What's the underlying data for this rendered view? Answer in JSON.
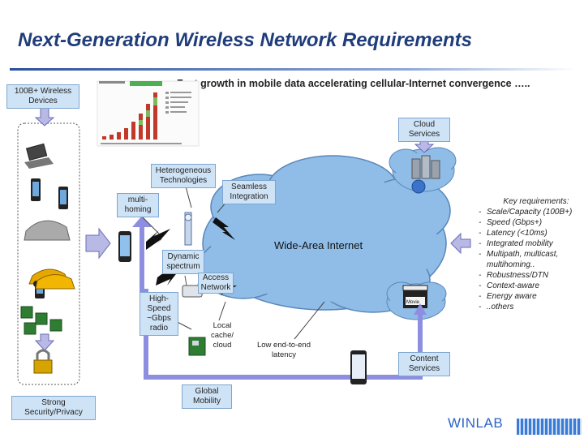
{
  "title": "Next-Generation Wireless Network Requirements",
  "subtitle": "Fast growth in mobile data accelerating cellular-Internet convergence …..",
  "labels": {
    "devices": "100B+ Wireless Devices",
    "cloud_services": "Cloud Services",
    "heterogeneous": "Heterogeneous Technologies",
    "seamless": "Seamless Integration",
    "multihoming": "multi-homing",
    "wide_area": "Wide-Area Internet",
    "dynamic_spectrum": "Dynamic spectrum",
    "access_network": "Access Network",
    "high_speed": "High-Speed ~Gbps radio",
    "local_cache": "Local cache/ cloud",
    "low_latency": "Low end-to-end latency",
    "content_services": "Content Services",
    "global_mobility": "Global Mobility",
    "security": "Strong Security/Privacy",
    "movie": "Movie"
  },
  "requirements": {
    "heading": "Key requirements:",
    "items": [
      "Scale/Capacity (100B+)",
      "Speed (Gbps+)",
      "Latency (<10ms)",
      "Integrated mobility",
      "Multipath, multicast, multihoming..",
      "Robustness/DTN",
      "Context-aware",
      "Energy aware",
      "..others"
    ]
  },
  "logo": "WINLAB",
  "colors": {
    "title": "#1f3d7a",
    "label_fill": "#cfe3f6",
    "arrow_fill": "#b9b9e6",
    "bus": "#8e8ee0",
    "cloud": "#8fbde8"
  }
}
